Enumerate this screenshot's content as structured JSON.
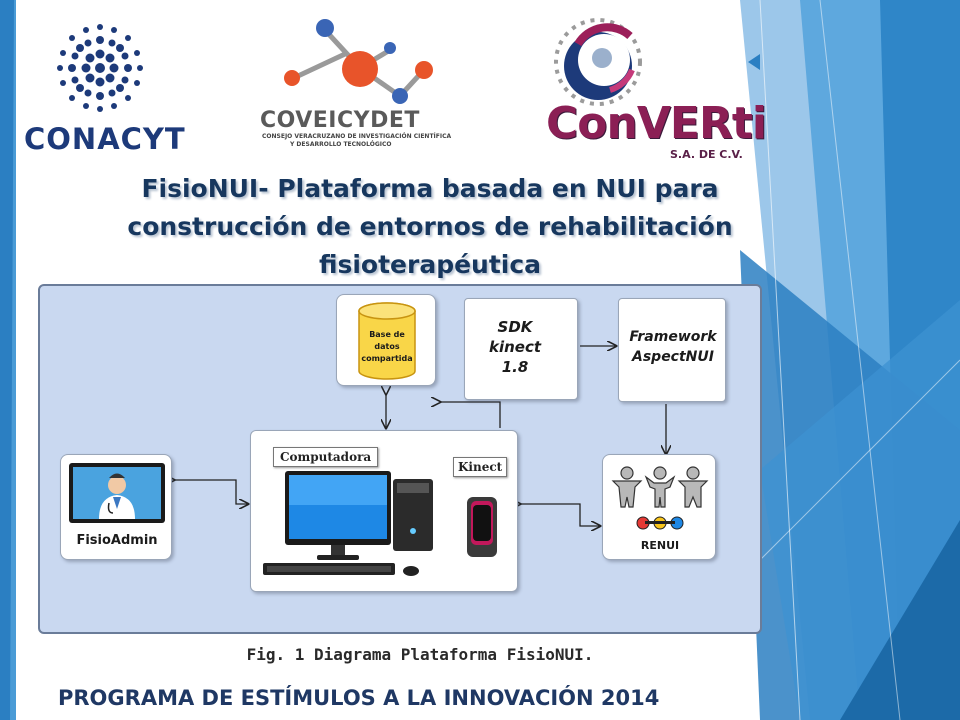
{
  "title": {
    "line1": "FisioNUI- Plataforma basada en NUI para",
    "line2": "construcción de entornos de rehabilitación",
    "line3": "fisioterapéutica"
  },
  "logos": {
    "conacyt": "CONACYT",
    "coveicydet": "COVEICYDET",
    "coveicydet_subtitle_1": "CONSEJO VERACRUZANO DE INVESTIGACIÓN CIENTÍFICA",
    "coveicydet_subtitle_2": "Y DESARROLLO TECNOLÓGICO",
    "converti": "ConVERti",
    "converti_suffix": "S.A. DE C.V."
  },
  "diagram": {
    "database": [
      "Base de",
      "datos",
      "compartida"
    ],
    "sdk": [
      "SDK",
      "kinect",
      "1.8"
    ],
    "framework": [
      "Framework",
      "AspectNUI"
    ],
    "computer": "Computadora",
    "kinect": "Kinect",
    "fisioadmin": "FisioAdmin",
    "renui": "RENUI"
  },
  "caption": "Fig. 1 Diagrama Plataforma FisioNUI.",
  "footer": "PROGRAMA DE ESTÍMULOS A LA INNOVACIÓN 2014",
  "colors": {
    "title": "#17375e",
    "diagram_bg": "#c9d8f0",
    "bg_blue_dark": "#1f77b4",
    "bg_blue_light": "#7fb6e0",
    "footer": "#1f3864"
  }
}
